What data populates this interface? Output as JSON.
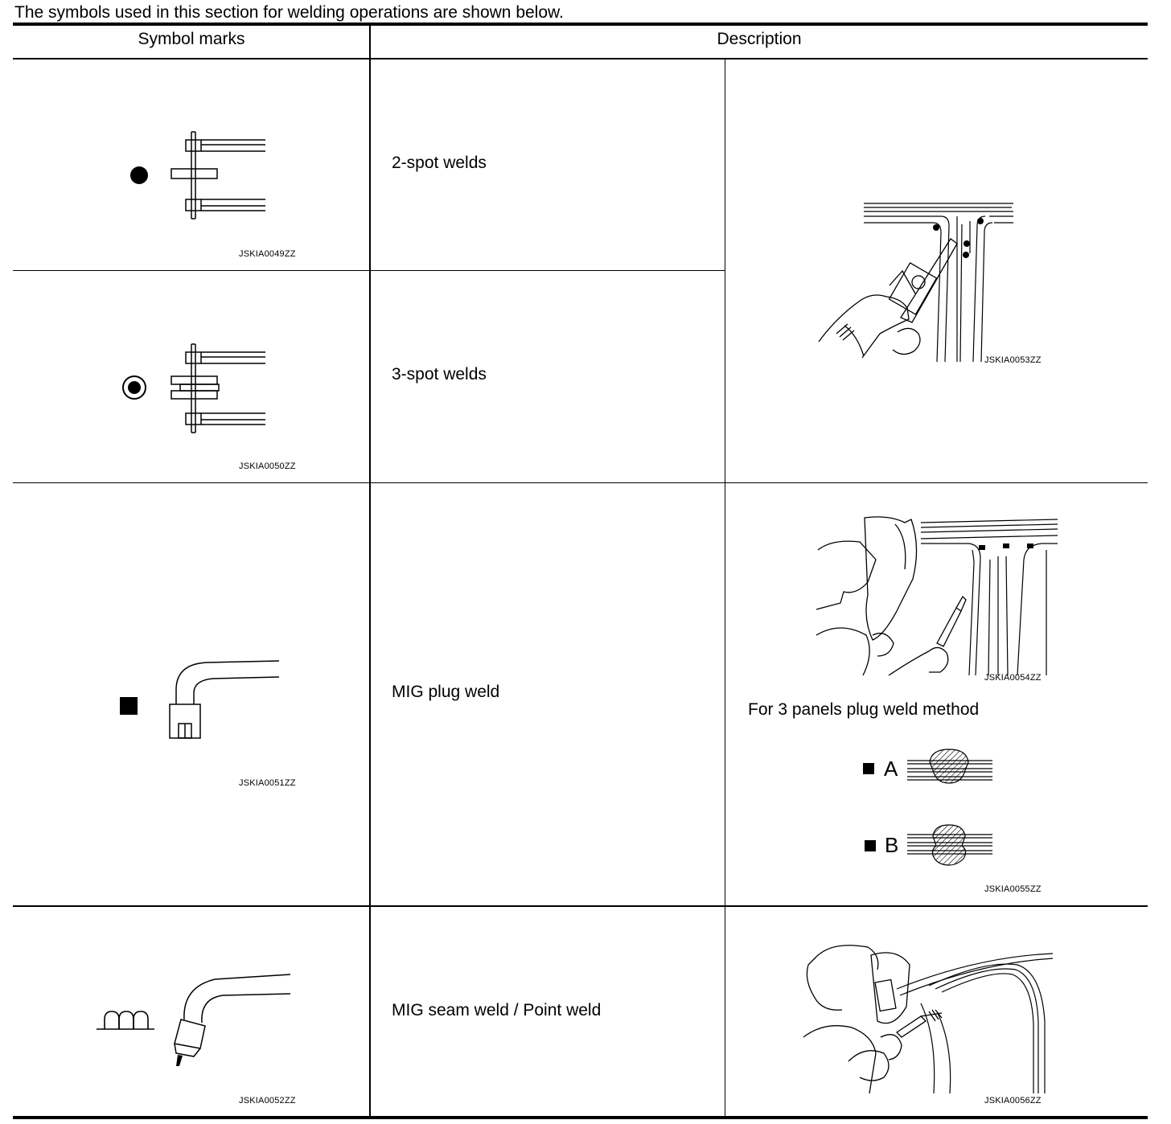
{
  "intro": "The symbols used in this section for welding operations are shown below.",
  "header": {
    "symbol_marks": "Symbol marks",
    "description": "Description"
  },
  "rows": [
    {
      "symbol_code": "JSKIA0049ZZ",
      "description": "2-spot welds",
      "symbol_icon": "filled-circle-icon"
    },
    {
      "symbol_code": "JSKIA0050ZZ",
      "description": "3-spot welds",
      "symbol_icon": "bullseye-circle-icon"
    },
    {
      "symbol_code": "JSKIA0051ZZ",
      "description": "MIG plug weld",
      "symbol_icon": "filled-square-icon"
    },
    {
      "symbol_code": "JSKIA0052ZZ",
      "description": "MIG seam weld / Point weld",
      "symbol_icon": "arches-icon"
    }
  ],
  "illustrations": {
    "spot_weld_code": "JSKIA0053ZZ",
    "plug_weld_code": "JSKIA0054ZZ",
    "plug_weld_note": "For 3 panels plug weld method",
    "method_a": "A",
    "method_b": "B",
    "method_code": "JSKIA0055ZZ",
    "seam_weld_code": "JSKIA0056ZZ"
  }
}
